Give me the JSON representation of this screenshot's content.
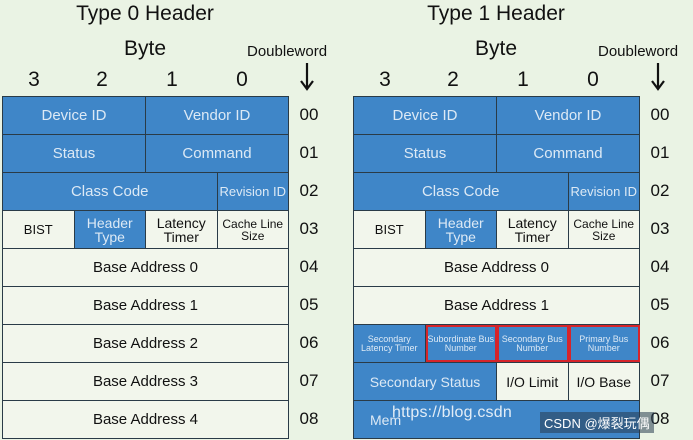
{
  "panels": [
    {
      "title": "Type 0 Header",
      "byte_label": "Byte",
      "doubleword_label": "Doubleword",
      "byte_numbers": [
        "3",
        "2",
        "1",
        "0"
      ],
      "rows": [
        {
          "num": "00",
          "cells": [
            {
              "text": "Device ID"
            },
            {
              "text": "Vendor ID"
            }
          ]
        },
        {
          "num": "01",
          "cells": [
            {
              "text": "Status"
            },
            {
              "text": "Command"
            }
          ]
        },
        {
          "num": "02",
          "cells": [
            {
              "text": "Class Code"
            },
            {
              "text": "Revision ID"
            }
          ]
        },
        {
          "num": "03",
          "cells": [
            {
              "text": "BIST"
            },
            {
              "text": "Header Type"
            },
            {
              "text": "Latency Timer"
            },
            {
              "text": "Cache Line Size"
            }
          ]
        },
        {
          "num": "04",
          "cells": [
            {
              "text": "Base Address 0"
            }
          ]
        },
        {
          "num": "05",
          "cells": [
            {
              "text": "Base Address 1"
            }
          ]
        },
        {
          "num": "06",
          "cells": [
            {
              "text": "Base Address 2"
            }
          ]
        },
        {
          "num": "07",
          "cells": [
            {
              "text": "Base Address 3"
            }
          ]
        },
        {
          "num": "08",
          "cells": [
            {
              "text": "Base Address 4"
            }
          ]
        }
      ]
    },
    {
      "title": "Type 1 Header",
      "byte_label": "Byte",
      "doubleword_label": "Doubleword",
      "byte_numbers": [
        "3",
        "2",
        "1",
        "0"
      ],
      "rows": [
        {
          "num": "00",
          "cells": [
            {
              "text": "Device ID"
            },
            {
              "text": "Vendor ID"
            }
          ]
        },
        {
          "num": "01",
          "cells": [
            {
              "text": "Status"
            },
            {
              "text": "Command"
            }
          ]
        },
        {
          "num": "02",
          "cells": [
            {
              "text": "Class Code"
            },
            {
              "text": "Revision ID"
            }
          ]
        },
        {
          "num": "03",
          "cells": [
            {
              "text": "BIST"
            },
            {
              "text": "Header Type"
            },
            {
              "text": "Latency Timer"
            },
            {
              "text": "Cache Line Size"
            }
          ]
        },
        {
          "num": "04",
          "cells": [
            {
              "text": "Base Address 0"
            }
          ]
        },
        {
          "num": "05",
          "cells": [
            {
              "text": "Base Address 1"
            }
          ]
        },
        {
          "num": "06",
          "cells": [
            {
              "text": "Secondary Latency Timer"
            },
            {
              "text": "Subordinate Bus Number"
            },
            {
              "text": "Secondary Bus Number"
            },
            {
              "text": "Primary Bus Number"
            }
          ]
        },
        {
          "num": "07",
          "cells": [
            {
              "text": "Secondary Status"
            },
            {
              "text": "I/O Limit"
            },
            {
              "text": "I/O Base"
            }
          ]
        },
        {
          "num": "08",
          "cells": [
            {
              "text": "Mem"
            }
          ]
        }
      ]
    }
  ],
  "overlay": {
    "watermark_text": "https://blog.csdn",
    "credit_text": "CSDN @爆裂玩偶"
  },
  "colors": {
    "header_blue": "#3f86c8",
    "background": "#eaf3e4",
    "highlight_red": "#d6242a"
  }
}
